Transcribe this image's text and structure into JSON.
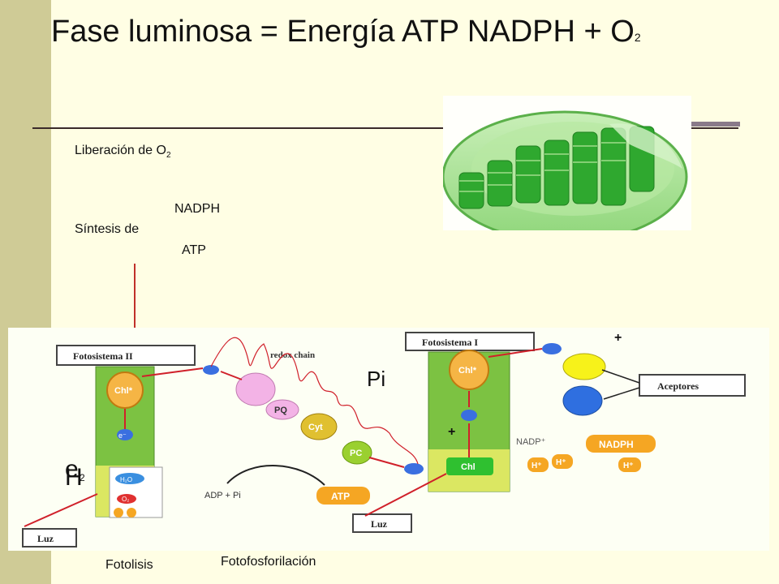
{
  "title": {
    "main": "Fase luminosa = Energía ATP NADPH + O",
    "sub": "2"
  },
  "labels": {
    "liberacion": "Liberación de O",
    "liberacion_sub": "2",
    "nadph": "NADPH",
    "sintesis": "Síntesis de",
    "atp": "ATP",
    "fotolisis": "Fotolisis",
    "fotofosforilacion": "Fotofosforilación"
  },
  "overlay_text": {
    "pi": "Pi",
    "plus_top": "+",
    "plus_mid": "+",
    "left_glyph": "e",
    "left_glyph2": "H",
    "left_sub": "2"
  },
  "diagram": {
    "photosystem2": "Fotosistema II",
    "photosystem1": "Fotosistema I",
    "redox_chain": "redox chain",
    "chl_star": "Chl*",
    "chl": "Chl",
    "pq": "PQ",
    "cyt": "Cyt",
    "pc": "PC",
    "electron": "e⁻",
    "aceptores": "Aceptores",
    "nadp_plus": "NADP⁺",
    "nadph": "NADPH",
    "h_plus": "H⁺",
    "adp_pi": "ADP + Pi",
    "atp": "ATP",
    "luz": "Luz",
    "h2o": "H₂O",
    "o2": "O₂"
  },
  "colors": {
    "background": "#fffee4",
    "sidebar": "#cfcb96",
    "membrane_green": "#7cc242",
    "membrane_yellow": "#f2f06a",
    "orange": "#f5a623",
    "pink": "#f3b3e6",
    "blue": "#2f6fe0",
    "yellow": "#f7f21a",
    "red_arrow": "#d0202a",
    "chloroplast": "#3fb83f"
  }
}
